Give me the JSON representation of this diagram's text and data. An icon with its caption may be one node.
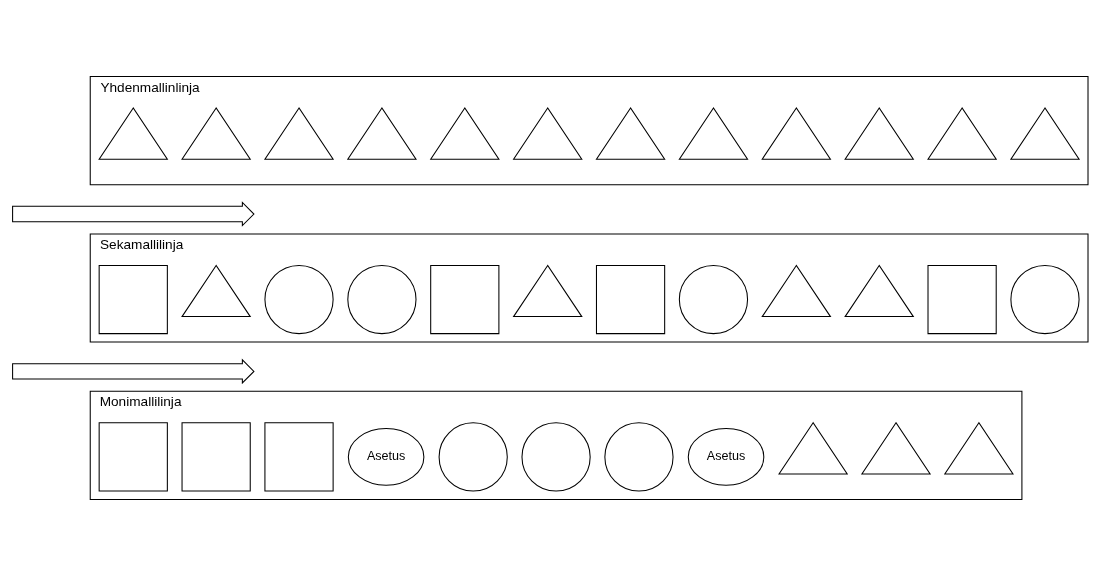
{
  "diagram": {
    "nodes": [
      {
        "text": [
          "Yhdenmallinlinja"
        ]
      },
      {
        "text": [],
        "shape": "triangle",
        "in": 0
      },
      {
        "text": [],
        "shape": "triangle",
        "in": 0
      },
      {
        "text": [],
        "shape": "triangle",
        "in": 0
      },
      {
        "text": [],
        "shape": "triangle",
        "in": 0
      },
      {
        "text": [],
        "shape": "triangle",
        "in": 0
      },
      {
        "text": [],
        "shape": "triangle",
        "in": 0
      },
      {
        "text": [],
        "shape": "triangle",
        "in": 0
      },
      {
        "text": [],
        "shape": "triangle",
        "in": 0
      },
      {
        "text": [],
        "shape": "triangle",
        "in": 0
      },
      {
        "text": [],
        "shape": "triangle",
        "in": 0
      },
      {
        "text": [],
        "shape": "triangle",
        "in": 0
      },
      {
        "text": [],
        "shape": "triangle",
        "in": 0
      },
      {
        "text": [],
        "shape": "arrow"
      },
      {
        "text": [
          "Sekamallilinja"
        ]
      },
      {
        "text": [],
        "shape": "box",
        "in": 14
      },
      {
        "text": [],
        "shape": "triangle",
        "in": 14
      },
      {
        "text": [],
        "shape": "circle",
        "in": 14
      },
      {
        "text": [],
        "shape": "circle",
        "in": 14
      },
      {
        "text": [],
        "shape": "box",
        "in": 14
      },
      {
        "text": [],
        "shape": "triangle",
        "in": 14
      },
      {
        "text": [],
        "shape": "box",
        "in": 14
      },
      {
        "text": [],
        "shape": "circle",
        "in": 14
      },
      {
        "text": [],
        "shape": "triangle",
        "in": 14
      },
      {
        "text": [],
        "shape": "triangle",
        "in": 14
      },
      {
        "text": [],
        "shape": "box",
        "in": 14
      },
      {
        "text": [],
        "shape": "circle",
        "in": 14
      },
      {
        "text": [],
        "shape": "arrow"
      },
      {
        "text": [
          "Monimallilinja"
        ]
      },
      {
        "text": [],
        "shape": "box",
        "in": 28
      },
      {
        "text": [],
        "shape": "box",
        "in": 28
      },
      {
        "text": [],
        "shape": "box",
        "in": 28
      },
      {
        "text": [
          "Asetus"
        ],
        "in": 28
      },
      {
        "text": [],
        "shape": "circle",
        "in": 28
      },
      {
        "text": [],
        "shape": "circle",
        "in": 28
      },
      {
        "text": [],
        "shape": "circle",
        "in": 28
      },
      {
        "text": [
          "Asetus"
        ],
        "in": 28
      },
      {
        "text": [],
        "shape": "triangle",
        "in": 28
      },
      {
        "text": [],
        "shape": "triangle",
        "in": 28
      },
      {
        "text": [],
        "shape": "triangle",
        "in": 28
      }
    ],
    "edges": []
  }
}
